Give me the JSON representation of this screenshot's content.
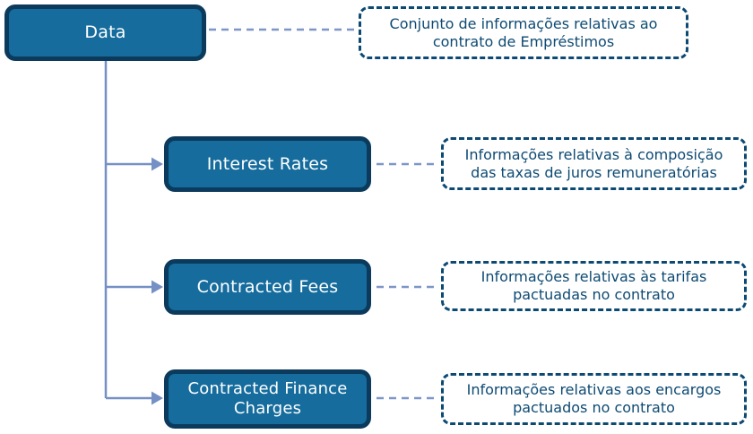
{
  "diagram": {
    "root": {
      "label": "Data",
      "note": "Conjunto de informações relativas ao contrato de Empréstimos"
    },
    "children": [
      {
        "label": "Interest Rates",
        "note": "Informações relativas à composição das taxas de juros remuneratórias"
      },
      {
        "label": "Contracted Fees",
        "note": "Informações relativas às tarifas pactuadas no contrato"
      },
      {
        "label": "Contracted Finance Charges",
        "note": "Informações relativas aos encargos pactuados no contrato"
      }
    ],
    "colors": {
      "node_fill": "#156C9D",
      "node_border": "#0B3A5D",
      "node_text": "#FFFFFF",
      "note_outline": "#0D4A73",
      "note_text": "#0D4A73",
      "connector": "#7590C5"
    }
  }
}
